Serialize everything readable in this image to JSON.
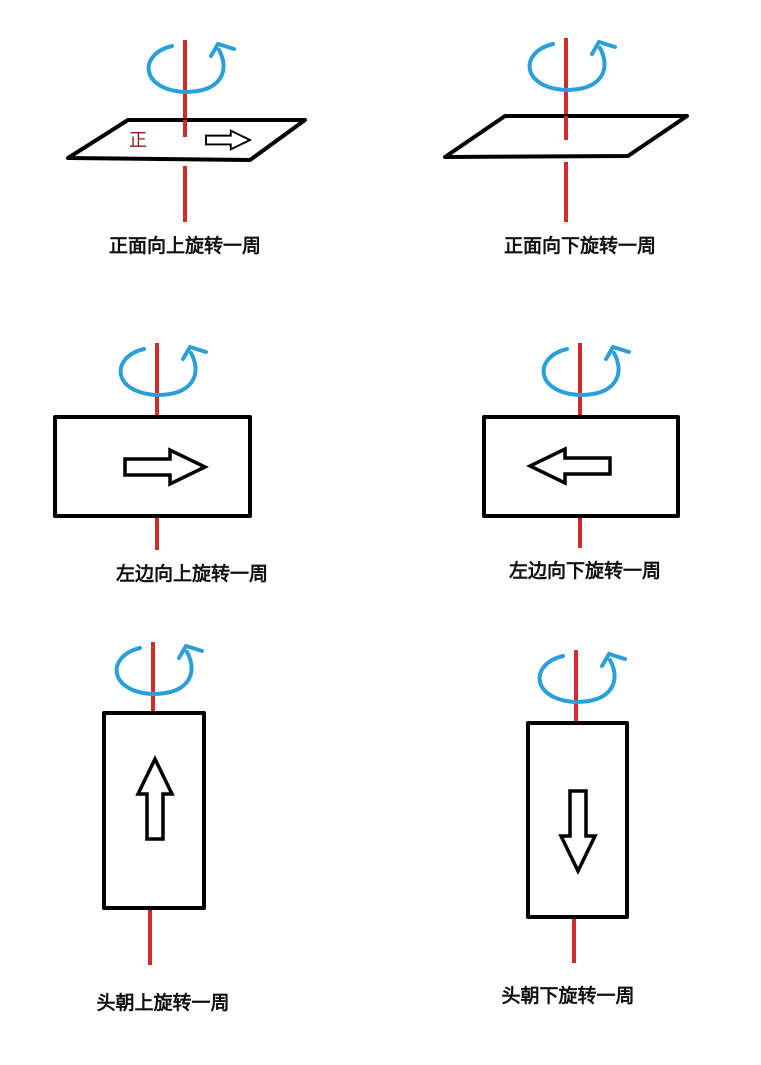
{
  "face_mark": "正",
  "panels": [
    {
      "label": "正面向上旋转一周"
    },
    {
      "label": "正面向下旋转一周"
    },
    {
      "label": "左边向上旋转一周"
    },
    {
      "label": "左边向下旋转一周"
    },
    {
      "label": "头朝上旋转一周"
    },
    {
      "label": "头朝下旋转一周"
    }
  ],
  "colors": {
    "axis": "#d42a2a",
    "rotation": "#2a9fd8"
  }
}
